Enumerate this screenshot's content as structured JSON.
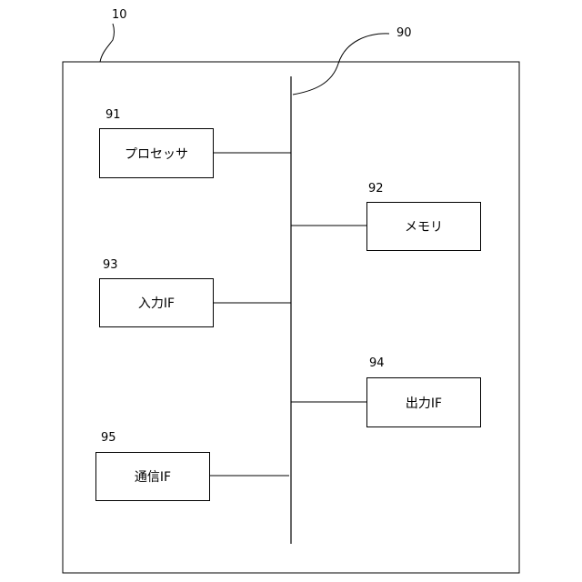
{
  "device": {
    "ref": "10"
  },
  "bus": {
    "ref": "90"
  },
  "blocks": [
    {
      "ref": "91",
      "label": "プロセッサ"
    },
    {
      "ref": "92",
      "label": "メモリ"
    },
    {
      "ref": "93",
      "label": "入力IF"
    },
    {
      "ref": "94",
      "label": "出力IF"
    },
    {
      "ref": "95",
      "label": "通信IF"
    }
  ]
}
